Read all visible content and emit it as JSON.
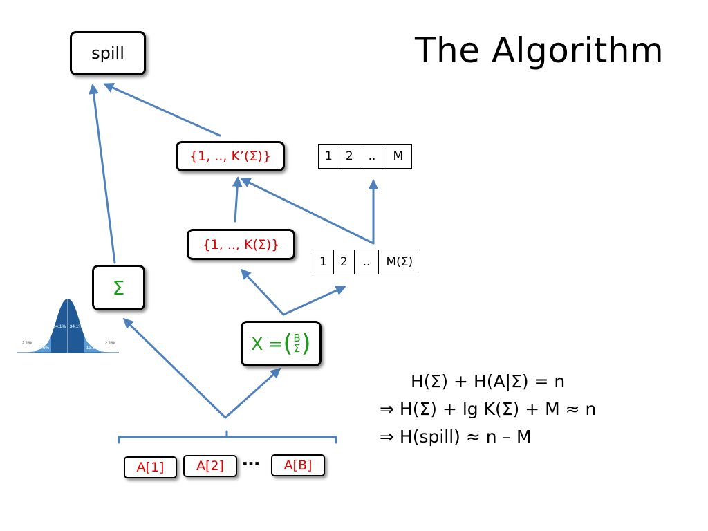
{
  "title": "The Algorithm",
  "nodes": {
    "spill": "spill",
    "k_prime_set": "{1, .., K’(Σ)}",
    "k_set": "{1, .., K(Σ)}",
    "sigma": "Σ",
    "x_lhs": "X = ",
    "x_top": "B",
    "x_bottom": "Σ",
    "a1": "A[1]",
    "a2": "A[2]",
    "ellipsis": "…",
    "ab": "A[B]"
  },
  "arrays": {
    "top": [
      "1",
      "2",
      "..",
      "M"
    ],
    "bottom": [
      "1",
      "2",
      "..",
      "M(Σ)"
    ]
  },
  "bell_curve": {
    "labels": [
      "2.1%",
      "13.6%",
      "34.1%",
      "34.1%",
      "13.6%",
      "2.1%"
    ]
  },
  "formulas": [
    "H(Σ) + H(A|Σ) = n",
    "⇒ H(Σ) + lg K(Σ) + M ≈ n",
    "⇒ H(spill) ≈ n – M"
  ],
  "colors": {
    "arrow": "#4f81bd",
    "highlight_text": "#e10000",
    "sigma_text": "#1a9a1a"
  }
}
